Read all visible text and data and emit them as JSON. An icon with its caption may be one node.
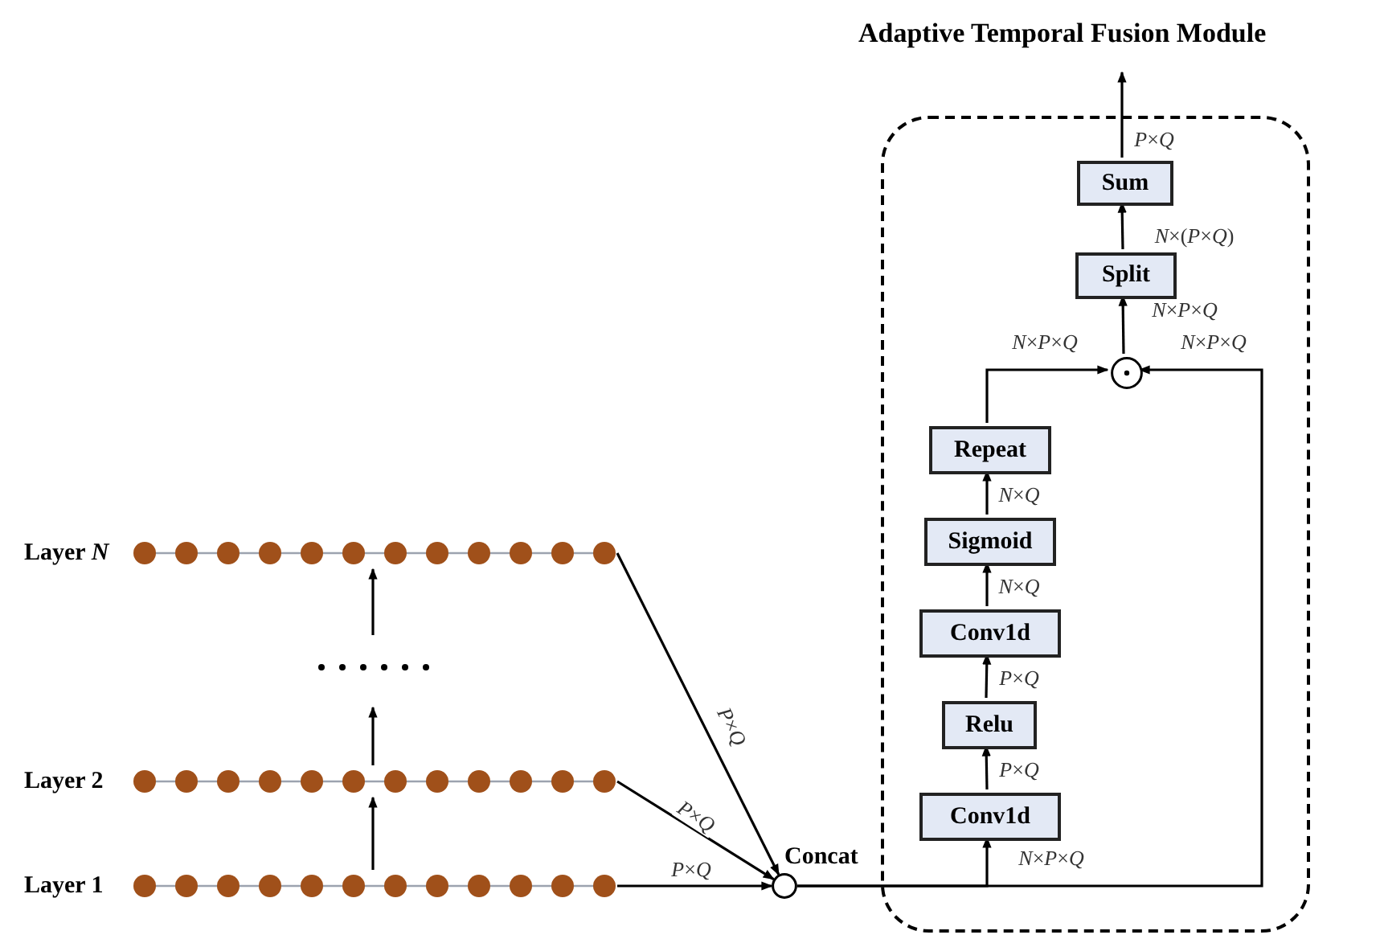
{
  "diagram": {
    "nodes": [
      {
        "text": [
          "Adaptive Temporal Fusion Module"
        ]
      },
      {
        "text": [
          "Sum"
        ],
        "in": 0
      },
      {
        "text": [
          "Split"
        ],
        "in": 0
      },
      {
        "text": [],
        "shape": "circle",
        "in": 0
      },
      {
        "text": [
          "Repeat"
        ],
        "in": 0
      },
      {
        "text": [
          "Sigmoid"
        ],
        "in": 0
      },
      {
        "text": [
          "Conv1d"
        ],
        "in": 0
      },
      {
        "text": [
          "Relu"
        ],
        "in": 0
      },
      {
        "text": [
          "Conv1d"
        ],
        "in": 0
      },
      {
        "text": [
          "Layer *N*"
        ]
      },
      {
        "text": [
          "Layer 2"
        ]
      },
      {
        "text": [
          "Layer 1"
        ]
      },
      {
        "text": [
          "Concat"
        ]
      }
    ],
    "edges": [
      {
        "from": 9,
        "to": 12,
        "arrow": "to",
        "label": "*P*×*Q*"
      },
      {
        "from": 10,
        "to": 12,
        "arrow": "to",
        "label": "*P*×*Q*"
      },
      {
        "from": 11,
        "to": 12,
        "arrow": "to",
        "label": "*P*×*Q*"
      },
      {
        "from": 11,
        "to": 10,
        "arrow": "to"
      },
      {
        "from": 10,
        "to": null,
        "arrow": "to"
      },
      {
        "from": null,
        "to": 9,
        "arrow": "to"
      },
      {
        "from": 12,
        "to": 8,
        "arrow": "to",
        "label": "*N*×*P*×*Q*"
      },
      {
        "from": 12,
        "to": 3,
        "arrow": "to",
        "label": "*N*×*P*×*Q*"
      },
      {
        "from": 8,
        "to": 7,
        "arrow": "to",
        "label": "*P*×*Q*"
      },
      {
        "from": 7,
        "to": 6,
        "arrow": "to",
        "label": "*P*×*Q*"
      },
      {
        "from": 6,
        "to": 5,
        "arrow": "to",
        "label": "*N*×*Q*"
      },
      {
        "from": 5,
        "to": 4,
        "arrow": "to",
        "label": "*N*×*Q*"
      },
      {
        "from": 4,
        "to": 3,
        "arrow": "to",
        "label": "*N*×*P*×*Q*"
      },
      {
        "from": 3,
        "to": 2,
        "arrow": "to",
        "label": "*N*×*P*×*Q*"
      },
      {
        "from": 2,
        "to": 1,
        "arrow": "to",
        "label": "*N*×(*P*×*Q*)"
      },
      {
        "from": 1,
        "to": null,
        "arrow": "to",
        "label": "*P*×*Q*"
      }
    ]
  }
}
